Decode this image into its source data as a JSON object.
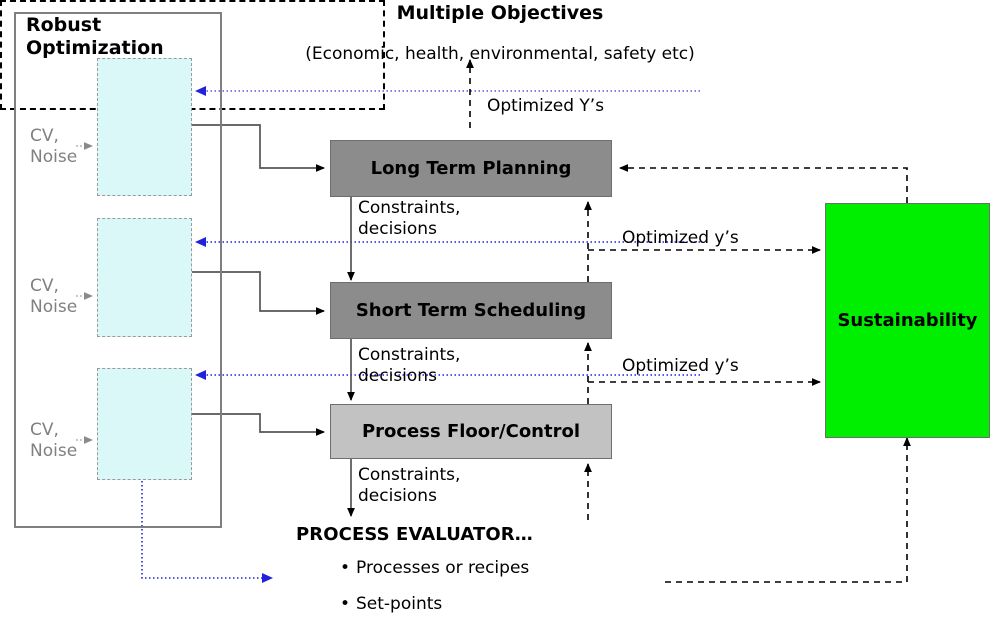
{
  "header": {
    "title": "Multiple Objectives",
    "subtitle": "(Economic, health, environmental, safety etc)"
  },
  "robust_optimization": {
    "title": "Robust\nOptimization",
    "noise_labels": [
      "CV,\nNoise",
      "CV,\nNoise",
      "CV,\nNoise"
    ]
  },
  "process_boxes": {
    "long_term": "Long Term Planning",
    "short_term": "Short Term Scheduling",
    "process_floor": "Process Floor/Control",
    "sustainability": "Sustainability"
  },
  "edge_labels": {
    "optimized_Y": "Optimized Y’s",
    "constraints_1": "Constraints,\ndecisions",
    "constraints_2": "Constraints,\ndecisions",
    "constraints_3": "Constraints,\ndecisions",
    "optimized_y_1": "Optimized y’s",
    "optimized_y_2": "Optimized y’s"
  },
  "process_evaluator": {
    "title": "PROCESS EVALUATOR…",
    "items": [
      "Processes or recipes",
      "Set-points"
    ]
  },
  "colors": {
    "sustainability_green": "#00ee00",
    "box_dark_gray": "#8c8c8c",
    "box_light_gray": "#c2c2c2",
    "cv_box_cyan": "#dbf8f8",
    "feedback_blue": "#3333cc",
    "noise_gray": "#808080"
  }
}
